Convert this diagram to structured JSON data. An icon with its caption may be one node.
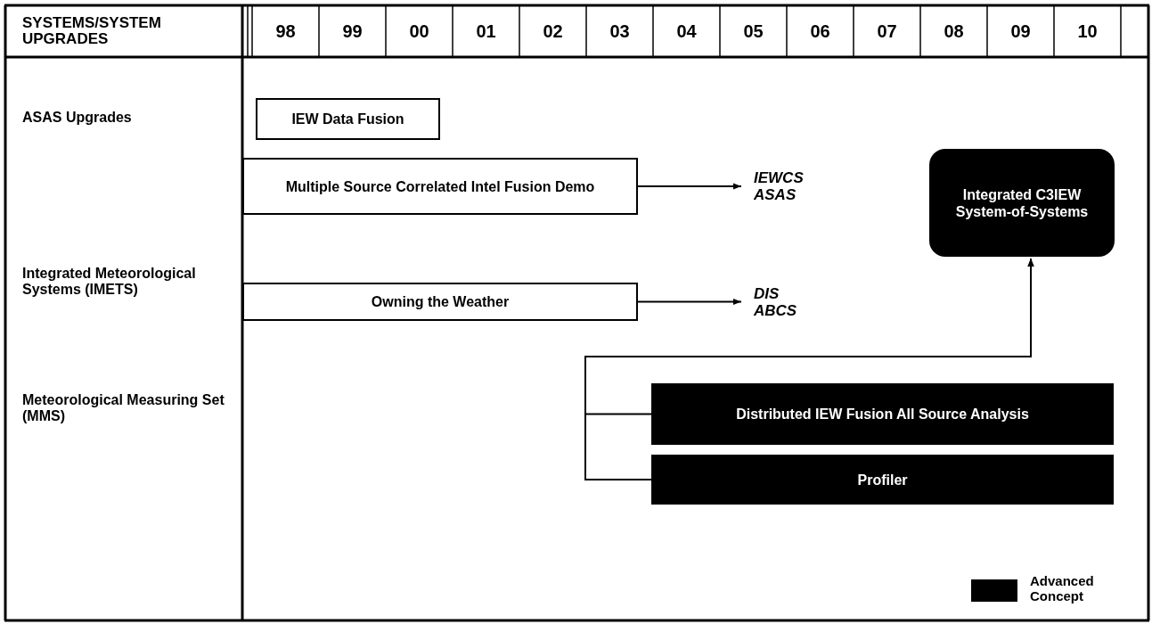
{
  "diagram": {
    "nodes": [
      {
        "text": [
          "IEW Data Fusion"
        ]
      },
      {
        "text": [
          "Multiple Source Correlated Intel Fusion Demo"
        ]
      },
      {
        "text": [
          "IEWCS ASAS"
        ]
      },
      {
        "text": [
          "Integrated C3IEW System-of-Systems"
        ]
      },
      {
        "text": [
          "Owning the Weather"
        ]
      },
      {
        "text": [
          "DIS ABCS"
        ]
      },
      {
        "text": [
          "Distributed IEW Fusion All Source Analysis"
        ]
      },
      {
        "text": [
          "Profiler"
        ]
      }
    ],
    "edges": [
      {
        "from": 1,
        "to": 2,
        "arrow": "to"
      },
      {
        "from": 4,
        "to": 5,
        "arrow": "to"
      },
      {
        "from": 6,
        "to": 3,
        "arrow": "to"
      },
      {
        "from": 7,
        "to": 3,
        "arrow": "to"
      }
    ],
    "labels": [
      "SYSTEMS/SYSTEM UPGRADES",
      "98",
      "99",
      "00",
      "01",
      "02",
      "03",
      "04",
      "05",
      "06",
      "07",
      "08",
      "09",
      "10",
      "ASAS Upgrades",
      "Integrated Meteorological Systems (IMETS)",
      "Meteorological Measuring Set (MMS)"
    ],
    "legend": [
      {
        "text": "Advanced Concept",
        "color": "#000000"
      }
    ]
  }
}
